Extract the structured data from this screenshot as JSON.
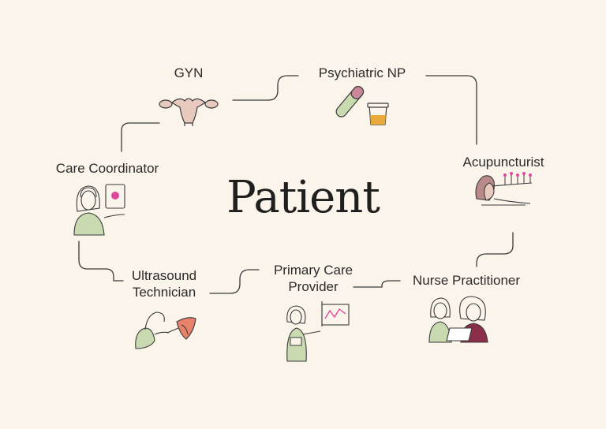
{
  "center": {
    "title": "Patient"
  },
  "roles": {
    "gyn": "GYN",
    "psychiatric_np": "Psychiatric NP",
    "acupuncturist": "Acupuncturist",
    "nurse_practitioner": "Nurse Practitioner",
    "primary_care_line1": "Primary Care",
    "primary_care_line2": "Provider",
    "ultrasound_line1": "Ultrasound",
    "ultrasound_line2": "Technician",
    "care_coordinator": "Care Coordinator"
  },
  "colors": {
    "background": "#faf4ea",
    "line": "#3a3a3a",
    "sage": "#c9d9b0",
    "blush": "#e8c9bd",
    "plum": "#8a2e4a",
    "coral": "#e8826a",
    "amber": "#e8a83a",
    "pink": "#e0479a"
  },
  "icons": [
    "uterus-icon",
    "test-tube-icon",
    "cup-icon",
    "acupuncture-icon",
    "nurses-icon",
    "doctor-chart-icon",
    "ultrasound-icon",
    "coordinator-icon"
  ]
}
